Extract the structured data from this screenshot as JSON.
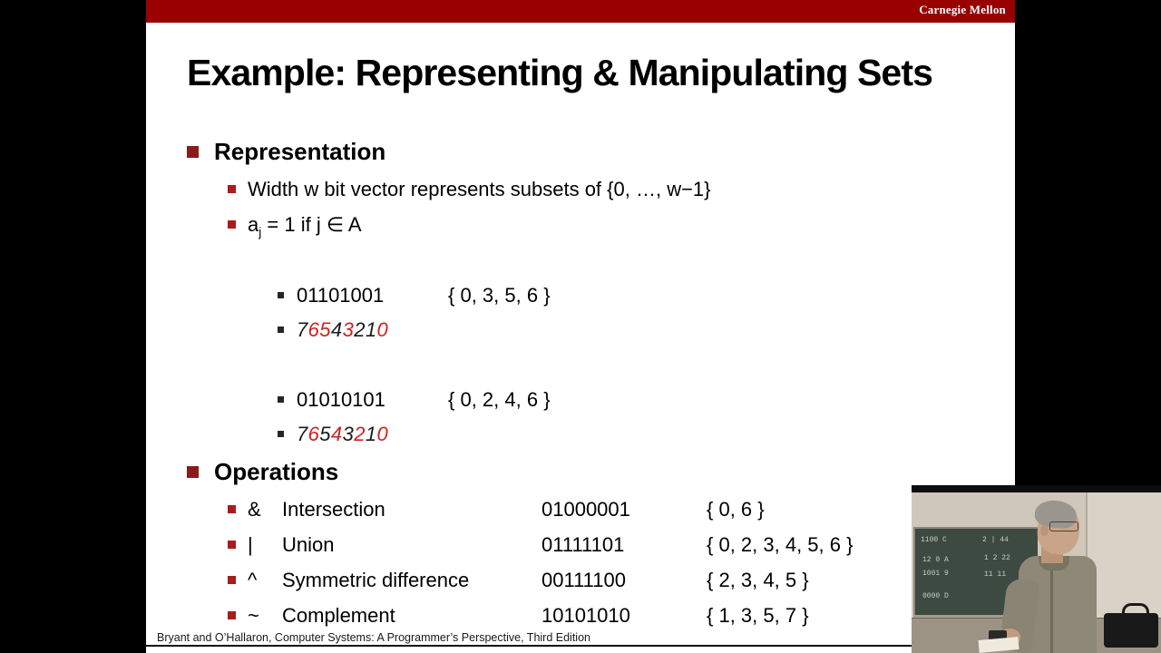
{
  "slide": {
    "brand": "Carnegie Mellon",
    "title": "Example: Representing & Manipulating Sets",
    "footer": "Bryant and O’Hallaron, Computer Systems: A Programmer’s Perspective, Third Edition",
    "colors": {
      "brand_band": "#990000",
      "bullet_level1": "#8b1a1a",
      "bullet_level2": "#a81c1c",
      "bullet_level3": "#262626",
      "index_highlight": "#d02020",
      "index_plain": "#1a1a1a"
    },
    "sections": [
      {
        "heading": "Representation",
        "bullets": [
          "Width w bit vector represents subsets of {0, …, w−1}",
          "aⱼ = 1 if j  ∈ A"
        ],
        "aj_prefix": "a",
        "aj_subscript": "j",
        "aj_suffix": " = 1 if j  ∈ A",
        "examples": [
          {
            "bits": "01101001",
            "set": "{ 0, 3, 5, 6 }",
            "index_digits": [
              "7",
              "6",
              "5",
              "4",
              "3",
              "2",
              "1",
              "0"
            ],
            "index_highlight_flags": [
              false,
              true,
              true,
              false,
              true,
              false,
              false,
              true
            ]
          },
          {
            "bits": "01010101",
            "set": "{ 0, 2, 4, 6 }",
            "index_digits": [
              "7",
              "6",
              "5",
              "4",
              "3",
              "2",
              "1",
              "0"
            ],
            "index_highlight_flags": [
              false,
              true,
              false,
              true,
              false,
              true,
              false,
              true
            ]
          }
        ]
      },
      {
        "heading": "Operations",
        "rows": [
          {
            "symbol": "&",
            "name": "Intersection",
            "bits": "01000001",
            "set": "{ 0, 6 }"
          },
          {
            "symbol": "|",
            "name": "Union",
            "bits": "01111101",
            "set": "{ 0, 2, 3, 4, 5, 6 }"
          },
          {
            "symbol": "^",
            "name": "Symmetric difference",
            "bits": "00111100",
            "set": "{ 2, 3, 4, 5 }"
          },
          {
            "symbol": "~",
            "name": "Complement",
            "bits": "10101010",
            "set": "{ 1, 3, 5, 7 }"
          }
        ]
      }
    ]
  },
  "video_overlay": {
    "description": "lecturer-webcam-feed",
    "chalkboard_lines": [
      "1100 C",
      "12 0 A",
      "1001 9",
      "0000 D"
    ]
  }
}
